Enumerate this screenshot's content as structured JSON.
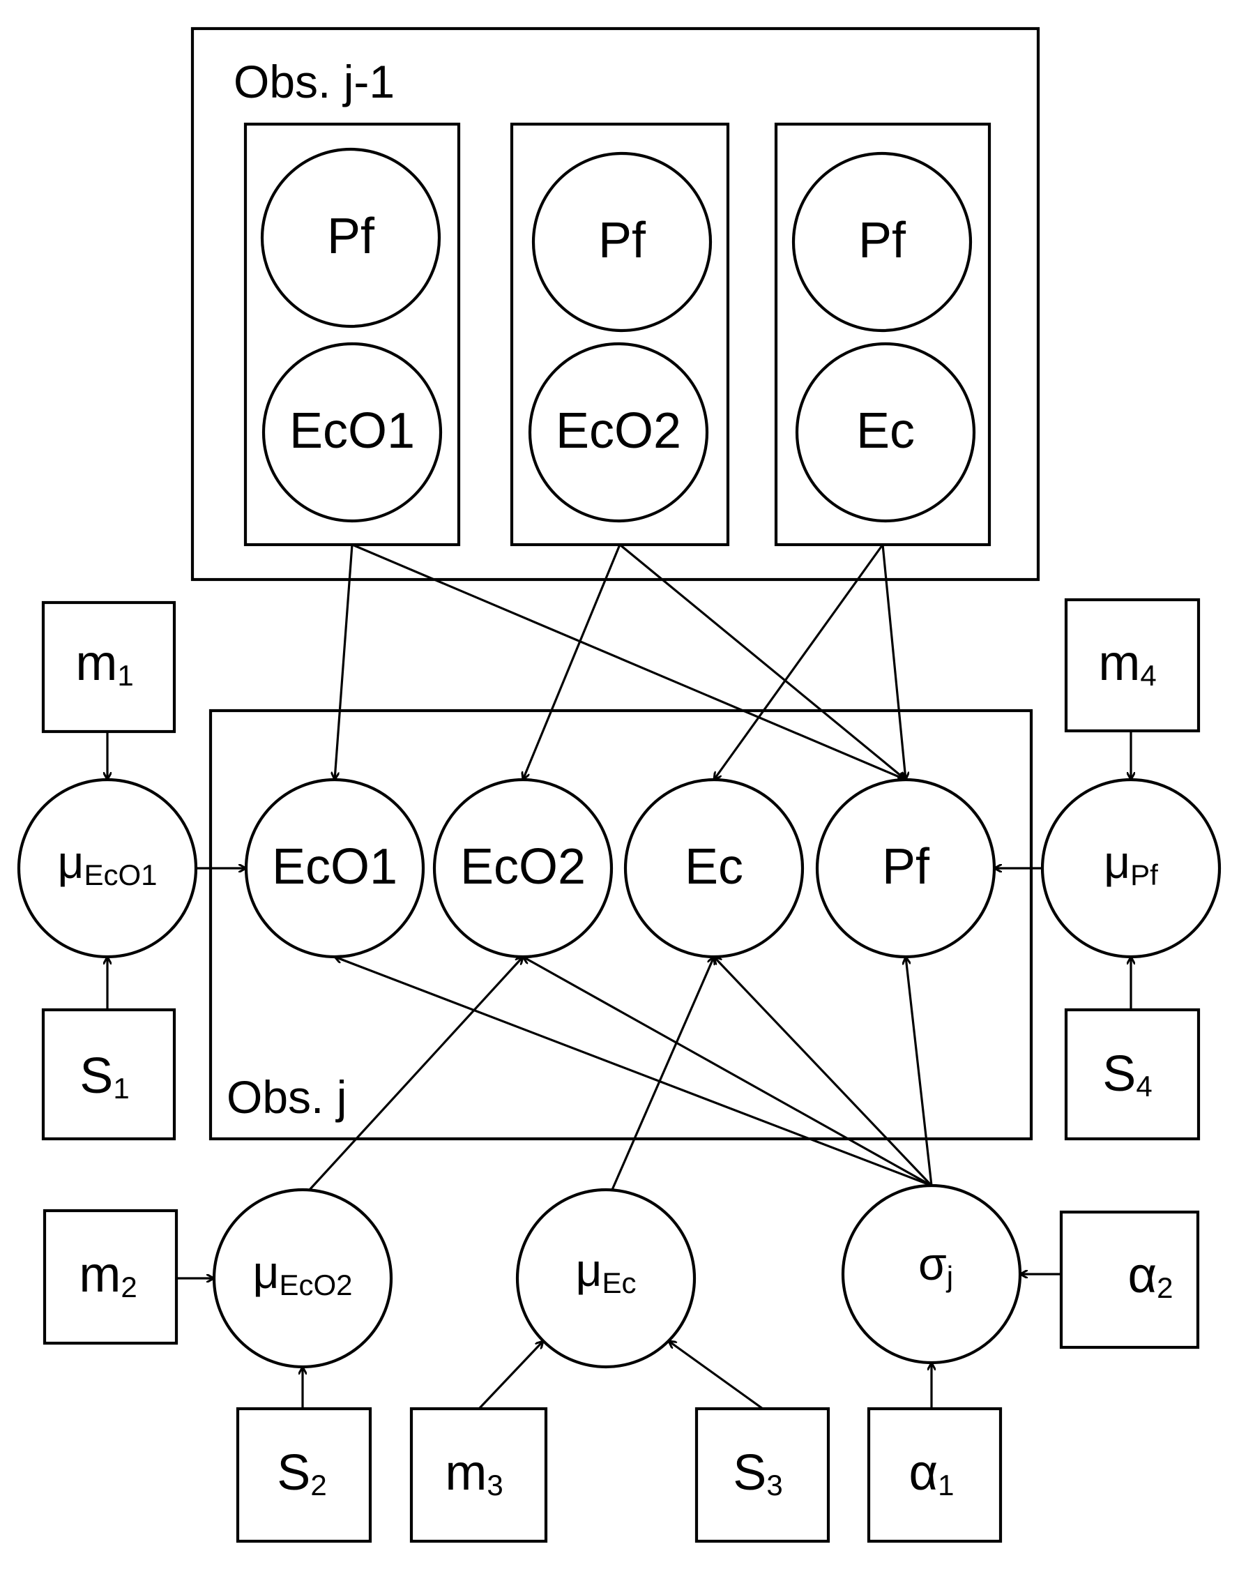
{
  "frames": {
    "prev_obs": "Obs. j-1",
    "curr_obs": "Obs. j"
  },
  "prev_nodes": {
    "group1_top": "Pf",
    "group1_bottom": "EcO1",
    "group2_top": "Pf",
    "group2_bottom": "EcO2",
    "group3_top": "Pf",
    "group3_bottom": "Ec"
  },
  "curr_nodes": {
    "eco1": "EcO1",
    "eco2": "EcO2",
    "ec": "Ec",
    "pf": "Pf"
  },
  "mu": {
    "symbol": "μ",
    "eco1_sub": "EcO1",
    "eco2_sub": "EcO2",
    "ec_sub": "Ec",
    "pf_sub": "Pf"
  },
  "sigma": {
    "symbol": "σ",
    "sub": "j"
  },
  "params": {
    "m_base": "m",
    "s_base": "S",
    "alpha_base": "α",
    "m1": "1",
    "m2": "2",
    "m3": "3",
    "m4": "4",
    "s1": "1",
    "s2": "2",
    "s3": "3",
    "s4": "4",
    "a1": "1",
    "a2": "2"
  }
}
